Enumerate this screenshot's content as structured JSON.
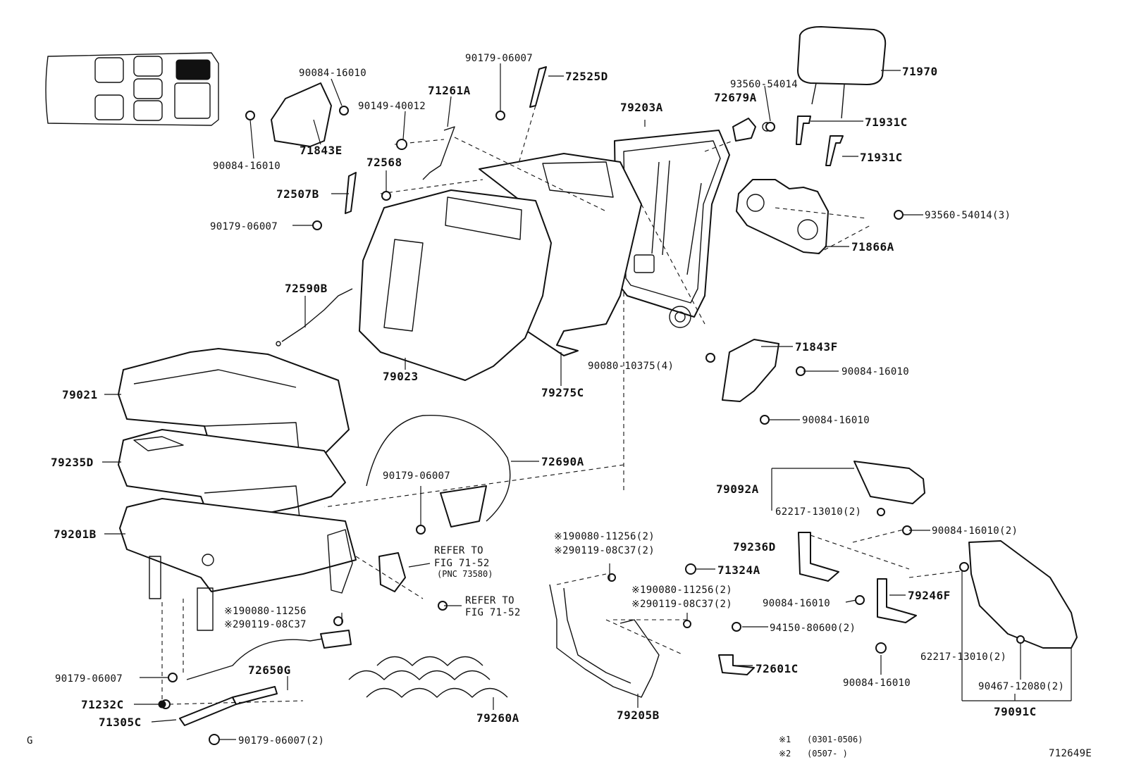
{
  "diagram": {
    "figure_code": "712649E",
    "corner_mark": "G",
    "notes": [
      {
        "mark": "※1",
        "range": "(0301-0506)"
      },
      {
        "mark": "※2",
        "range": "(0507-      )"
      }
    ],
    "labels": {
      "p90084_16010_a": "90084-16010",
      "p90084_16010_b": "90084-16010",
      "p71843E": "71843E",
      "p90179_06007_top": "90179-06007",
      "p72525D": "72525D",
      "p71261A": "71261A",
      "p90149_40012": "90149-40012",
      "p72568": "72568",
      "p72507B": "72507B",
      "p90179_06007_left": "90179-06007",
      "p79203A": "79203A",
      "p72679A": "72679A",
      "p93560_54014": "93560-54014",
      "p71970": "71970",
      "p71931C_a": "71931C",
      "p71931C_b": "71931C",
      "p93560_54014_3": "93560-54014(3)",
      "p71866A": "71866A",
      "p72590B": "72590B",
      "p71843F": "71843F",
      "p90080_10375_4": "90080-10375(4)",
      "p90084_16010_c": "90084-16010",
      "p90084_16010_d": "90084-16010",
      "p79021": "79021",
      "p79023": "79023",
      "p79275C": "79275C",
      "p79235D": "79235D",
      "p72690A": "72690A",
      "p90179_06007_mid": "90179-06007",
      "p79092A": "79092A",
      "p62217_13010_2a": "62217-13010(2)",
      "p79201B": "79201B",
      "refer1_line1": "REFER TO",
      "refer1_line2": "FIG 71-52",
      "refer1_line3": "(PNC 73580)",
      "refer2_line1": "REFER TO",
      "refer2_line2": "FIG 71-52",
      "p1_90080_11256_2a": "※190080-11256(2)",
      "p2_90119_08C37_2a": "※290119-08C37(2)",
      "p71324A": "71324A",
      "p79236D": "79236D",
      "p90084_16010_2": "90084-16010(2)",
      "p1_90080_11256_2b": "※190080-11256(2)",
      "p2_90119_08C37_2b": "※290119-08C37(2)",
      "p90084_16010_e": "90084-16010",
      "p79246F": "79246F",
      "p1_90080_11256": "※190080-11256",
      "p2_90119_08C37": "※290119-08C37",
      "p94150_80600_2": "94150-80600(2)",
      "p72601C": "72601C",
      "p90179_06007_bl": "90179-06007",
      "p72650G": "72650G",
      "p71232C": "71232C",
      "p71305C": "71305C",
      "p90179_06007_2": "90179-06007(2)",
      "p79260A": "79260A",
      "p79205B": "79205B",
      "p90084_16010_f": "90084-16010",
      "p62217_13010_2b": "62217-13010(2)",
      "p90467_12080_2": "90467-12080(2)",
      "p79091C": "79091C"
    }
  }
}
